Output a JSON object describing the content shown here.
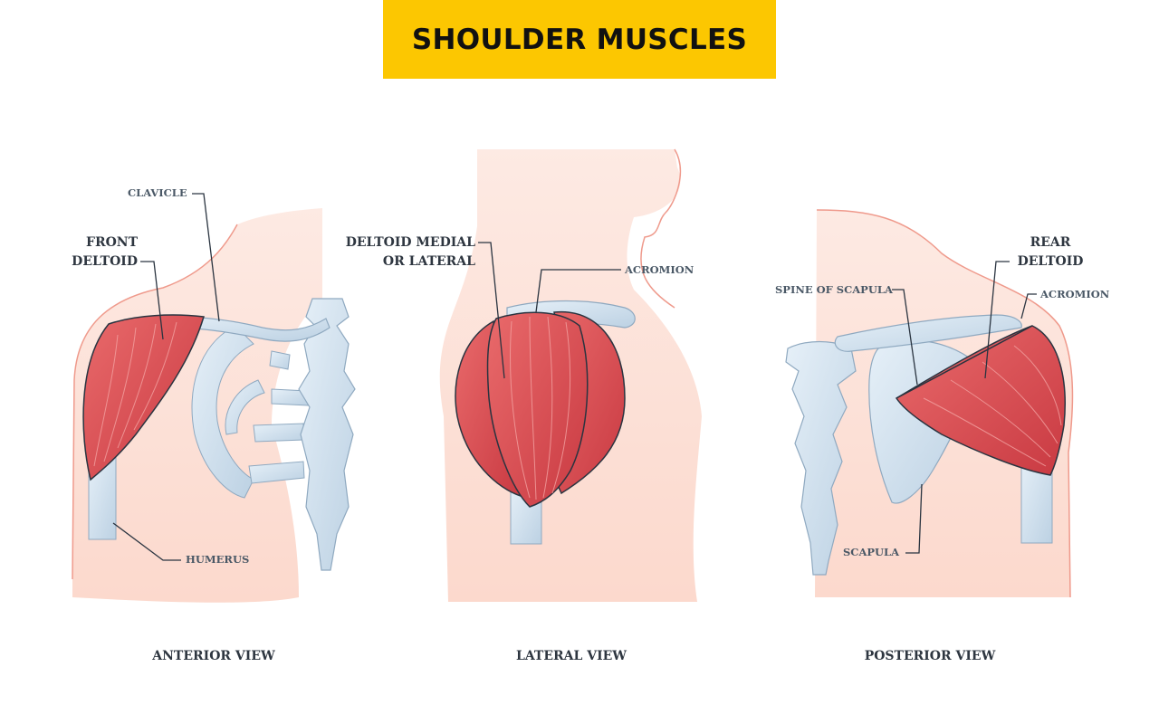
{
  "title": "SHOULDER MUSCLES",
  "views": {
    "anterior": "ANTERIOR VIEW",
    "lateral": "LATERAL VIEW",
    "posterior": "POSTERIOR VIEW"
  },
  "labels": {
    "clavicle": "CLAVICLE",
    "front_deltoid_1": "FRONT",
    "front_deltoid_2": "DELTOID",
    "humerus": "HUMERUS",
    "deltoid_medial_1": "DELTOID MEDIAL",
    "deltoid_medial_2": "OR LATERAL",
    "acromion_lateral": "ACROMION",
    "spine_of_scapula": "SPINE OF SCAPULA",
    "rear_deltoid_1": "REAR",
    "rear_deltoid_2": "DELTOID",
    "acromion_posterior": "ACROMION",
    "scapula": "SCAPULA"
  },
  "colors": {
    "title_bg": "#fcc701",
    "skin": "#fcd8cc",
    "muscle": "#d9464c",
    "bone": "#cfe0ee",
    "outline": "#2a3440"
  }
}
